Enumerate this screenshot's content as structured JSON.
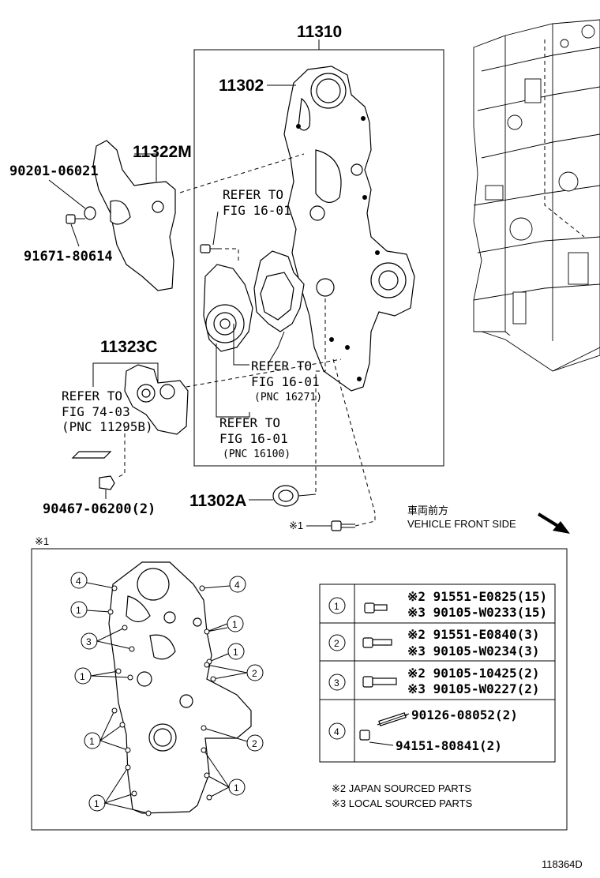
{
  "main": {
    "cover_assembly": "11310",
    "timing_cover": "11302",
    "cover_plate": "11322M",
    "washer": "90201-06021",
    "bolt_plate": "91671-80614",
    "refer_upper": [
      "REFER TO",
      "FIG 16-01"
    ],
    "bracket": "11323C",
    "refer_74": [
      "REFER TO",
      "FIG 74-03",
      "(PNC 11295B)"
    ],
    "refer_16271": [
      "REFER TO",
      "FIG 16-01",
      "(PNC 16271)"
    ],
    "refer_16100": [
      "REFER TO",
      "FIG 16-01",
      "(PNC 16100)"
    ],
    "plug": "90467-06200(2)",
    "oil_seal": "11302A",
    "mark1_callout": "※1",
    "front_jp": "車両前方",
    "front_en": "VEHICLE FRONT SIDE"
  },
  "inset": {
    "mark": "※1",
    "callouts": [
      "4",
      "4",
      "1",
      "1",
      "3",
      "1",
      "1",
      "2",
      "2",
      "1",
      "1"
    ],
    "table": [
      {
        "num": "1",
        "parts": [
          "※2 91551-E0825(15)",
          "※3 90105-W0233(15)"
        ]
      },
      {
        "num": "2",
        "parts": [
          "※2 91551-E0840(3)",
          "※3 90105-W0234(3)"
        ]
      },
      {
        "num": "3",
        "parts": [
          "※2 90105-10425(2)",
          "※3 90105-W0227(2)"
        ]
      },
      {
        "num": "4",
        "parts": [
          "90126-08052(2)",
          "94151-80841(2)"
        ]
      }
    ],
    "notes": [
      "※2 JAPAN SOURCED PARTS",
      "※3 LOCAL SOURCED PARTS"
    ]
  },
  "figure_id": "118364D",
  "icons": [
    "bolt-icon",
    "stud-icon",
    "direction-arrow-icon"
  ]
}
